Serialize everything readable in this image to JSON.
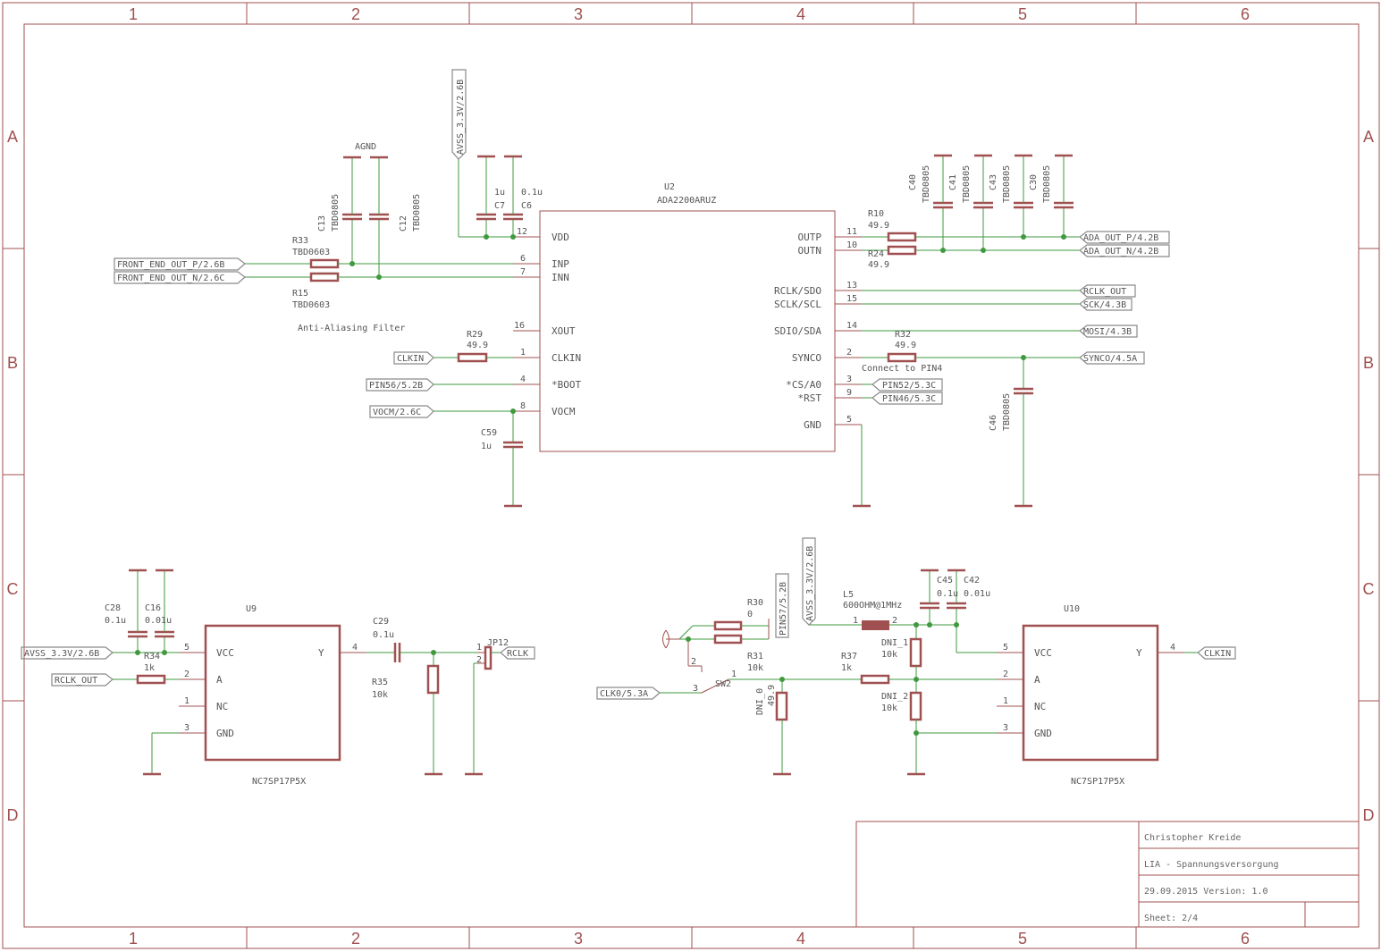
{
  "frame": {
    "col_numbers": [
      "1",
      "2",
      "3",
      "4",
      "5",
      "6"
    ],
    "row_letters": [
      "A",
      "B",
      "C",
      "D"
    ]
  },
  "title_block": {
    "author": "Christopher Kreide",
    "title": "LIA - Spannungsversorgung",
    "date_version": "29.09.2015 Version: 1.0",
    "sheet": "Sheet: 2/4"
  },
  "u2": {
    "name": "U2",
    "value": "ADA2200ARUZ",
    "left_pins": [
      {
        "num": "12",
        "name": "VDD"
      },
      {
        "num": "6",
        "name": "INP"
      },
      {
        "num": "7",
        "name": "INN"
      },
      {
        "num": "16",
        "name": "XOUT"
      },
      {
        "num": "1",
        "name": "CLKIN"
      },
      {
        "num": "4",
        "name": "*BOOT"
      },
      {
        "num": "8",
        "name": "VOCM"
      }
    ],
    "right_pins": [
      {
        "num": "11",
        "name": "OUTP"
      },
      {
        "num": "10",
        "name": "OUTN"
      },
      {
        "num": "13",
        "name": "RCLK/SDO"
      },
      {
        "num": "15",
        "name": "SCLK/SCL"
      },
      {
        "num": "14",
        "name": "SDIO/SDA"
      },
      {
        "num": "2",
        "name": "SYNCO"
      },
      {
        "num": "3",
        "name": "*CS/A0"
      },
      {
        "num": "9",
        "name": "*RST"
      },
      {
        "num": "5",
        "name": "GND"
      }
    ]
  },
  "u9": {
    "name": "U9",
    "value": "NC7SP17P5X",
    "pins": [
      {
        "num": "5",
        "name": "VCC"
      },
      {
        "num": "2",
        "name": "A"
      },
      {
        "num": "1",
        "name": "NC"
      },
      {
        "num": "3",
        "name": "GND"
      },
      {
        "num": "4",
        "name": "Y"
      }
    ]
  },
  "u10": {
    "name": "U10",
    "value": "NC7SP17P5X",
    "pins": [
      {
        "num": "5",
        "name": "VCC"
      },
      {
        "num": "2",
        "name": "A"
      },
      {
        "num": "1",
        "name": "NC"
      },
      {
        "num": "3",
        "name": "GND"
      },
      {
        "num": "4",
        "name": "Y"
      }
    ]
  },
  "net_labels": {
    "front_p": "FRONT_END_OUT_P/2.6B",
    "front_n": "FRONT_END_OUT_N/2.6C",
    "clkin": "CLKIN",
    "pin56": "PIN56/5.2B",
    "vocm": "VOCM/2.6C",
    "avss_top": "AVSS_3.3V/2.6B",
    "ada_p": "ADA_OUT_P/4.2B",
    "ada_n": "ADA_OUT_N/4.2B",
    "rclk_out": "RCLK_OUT",
    "sck": "SCK/4.3B",
    "mosi": "MOSI/4.3B",
    "synco": "SYNCO/4.5A",
    "pin52": "PIN52/5.3C",
    "pin46": "PIN46/5.3C",
    "avss_u9": "AVSS_3.3V/2.6B",
    "rclk_out2": "RCLK_OUT",
    "rclk": "RCLK",
    "pin57": "PIN57/5.2B",
    "avss_u10": "AVSS_3.3V/2.6B",
    "clk0": "CLK0/5.3A",
    "clkin2": "CLKIN"
  },
  "parts": {
    "agnd": "AGND",
    "c13": {
      "name": "C13",
      "value": "TBD0805"
    },
    "c12": {
      "name": "C12",
      "value": "TBD0805"
    },
    "c7": {
      "name": "C7",
      "value": "1u"
    },
    "c6": {
      "name": "C6",
      "value": "0.1u"
    },
    "r33": {
      "name": "R33",
      "value": "TBD0603"
    },
    "r15": {
      "name": "R15",
      "value": "TBD0603"
    },
    "filter_note": "Anti-Aliasing Filter",
    "r29": {
      "name": "R29",
      "value": "49.9"
    },
    "c59": {
      "name": "C59",
      "value": "1u"
    },
    "r10": {
      "name": "R10",
      "value": "49.9"
    },
    "r24": {
      "name": "R24",
      "value": "49.9"
    },
    "c40": {
      "name": "C40",
      "value": "TBD0805"
    },
    "c41": {
      "name": "C41",
      "value": "TBD0805"
    },
    "c43": {
      "name": "C43",
      "value": "TBD0805"
    },
    "c30": {
      "name": "C30",
      "value": "TBD0805"
    },
    "r32": {
      "name": "R32",
      "value": "49.9"
    },
    "r32_note": "Connect to PIN4",
    "c46": {
      "name": "C46",
      "value": "TBD0805"
    },
    "c28": {
      "name": "C28",
      "value": "0.1u"
    },
    "c16": {
      "name": "C16",
      "value": "0.01u"
    },
    "r34": {
      "name": "R34",
      "value": "1k"
    },
    "c29": {
      "name": "C29",
      "value": "0.1u"
    },
    "r35": {
      "name": "R35",
      "value": "10k"
    },
    "jp12": "JP12",
    "r30": {
      "name": "R30",
      "value": "0"
    },
    "r31": {
      "name": "R31",
      "value": "10k"
    },
    "sw2": "SW2",
    "dni0": {
      "name": "DNI_0",
      "value": "49.9"
    },
    "l5": {
      "name": "L5",
      "value": "600OHM@1MHz"
    },
    "c45": {
      "name": "C45",
      "value": "0.1u"
    },
    "c42": {
      "name": "C42",
      "value": "0.01u"
    },
    "dni1": {
      "name": "DNI_1",
      "value": "10k"
    },
    "dni2": {
      "name": "DNI_2",
      "value": "10k"
    },
    "r37": {
      "name": "R37",
      "value": "1k"
    }
  },
  "pin_numbers": {
    "sw_1": "1",
    "sw_2": "2",
    "sw_3": "3",
    "l5_1": "1",
    "l5_2": "2",
    "jp_1": "1",
    "jp_2": "2"
  }
}
